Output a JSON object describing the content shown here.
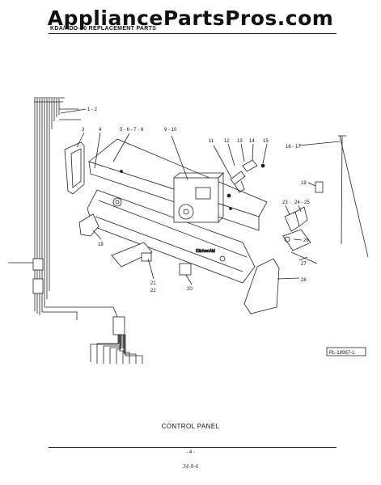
{
  "watermark": "AppliancePartsPros.com",
  "header": {
    "title": "KDA/KDD-20 REPLACEMENT PARTS"
  },
  "callouts": {
    "c1_2": "1 - 2",
    "c3": "3",
    "c4": "4",
    "c5_8": "5 - 6 - 7 - 8",
    "c9_10": "9 - 10",
    "c11": "11",
    "c12": "12",
    "c13": "13",
    "c14": "14",
    "c15": "15",
    "c16_17": "16 - 17",
    "c18": "18",
    "c19": "19",
    "c20": "20",
    "c21_22": "21\n22",
    "c21": "21",
    "c22": "22",
    "c23": "23",
    "c24_25": "24 - 25",
    "c26": "26",
    "c27": "27",
    "c28": "28"
  },
  "figure_id": "PL-18997-1",
  "caption": "CONTROL PANEL",
  "page_number": "- 4 -",
  "footnote": "34-8-4"
}
